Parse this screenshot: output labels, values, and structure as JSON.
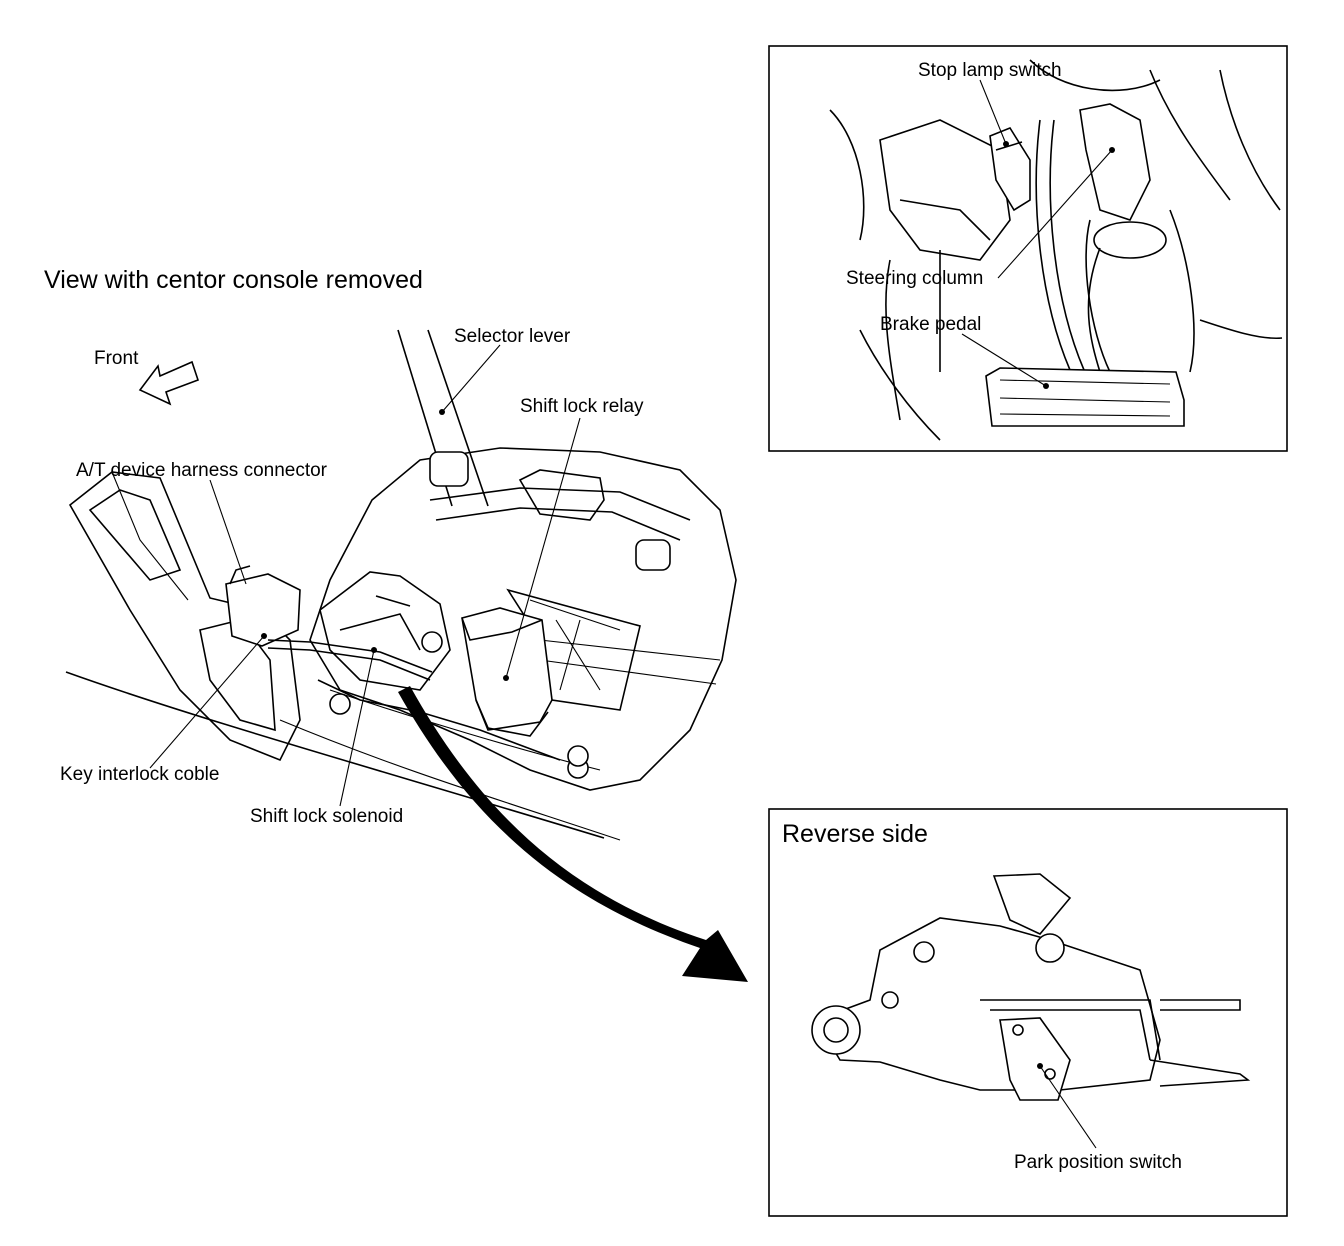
{
  "main_view": {
    "title": "View with centor console removed",
    "front_label": "Front",
    "labels": {
      "selector_lever": "Selector lever",
      "shift_lock_relay": "Shift lock relay",
      "at_device_harness_connector": "A/T device harness connector",
      "key_interlock_cable": "Key interlock coble",
      "shift_lock_solenoid": "Shift lock solenoid"
    }
  },
  "pedal_inset": {
    "labels": {
      "stop_lamp_switch": "Stop lamp switch",
      "steering_column": "Steering column",
      "brake_pedal": "Brake pedal"
    }
  },
  "reverse_inset": {
    "title": "Reverse side",
    "labels": {
      "park_position_switch": "Park position switch"
    }
  }
}
